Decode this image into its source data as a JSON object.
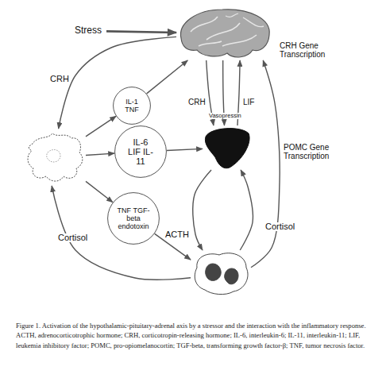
{
  "diagram": {
    "caption": "Figure 1. Activation of the hypothalamic-pituitary-adrenal axis by a stressor and the interaction with the inflammatory response. ACTH, adrenocorticotrophic hormone; CRH, corticotropin-releasing hormone; IL-6, interleukin-6; IL-11, interleukin-11; LIF, leukemia inhibitory factor; POMC, pro-opiomelanocortin; TGF-beta, transforming growth factor-β; TNF, tumor necrosis factor.",
    "nodes": [
      {
        "text": [
          "Stress"
        ]
      },
      {
        "text": [
          "CRH Gene Transcription"
        ]
      },
      {
        "text": [
          "IL-1 TNF"
        ]
      },
      {
        "text": []
      },
      {
        "text": [
          "IL-6 LIF IL-11"
        ]
      },
      {
        "text": [
          "POMC Gene Transcription"
        ]
      },
      {
        "text": [
          "TNF TGF-beta endotoxin"
        ]
      },
      {
        "text": []
      }
    ],
    "edges": [
      {
        "from": 0,
        "to": 1,
        "arrow": "to"
      },
      {
        "from": 1,
        "to": 3,
        "label": "CRH",
        "arrow": "to"
      },
      {
        "from": 3,
        "to": 2,
        "arrow": "to"
      },
      {
        "from": 2,
        "to": 1,
        "arrow": "to"
      },
      {
        "from": 3,
        "to": 4,
        "arrow": "to"
      },
      {
        "from": 4,
        "to": 5,
        "arrow": "to"
      },
      {
        "from": 3,
        "to": 6,
        "arrow": "to"
      },
      {
        "from": 6,
        "to": 7,
        "arrow": "to"
      },
      {
        "from": 1,
        "to": 5,
        "label": "CRH",
        "arrow": "to"
      },
      {
        "from": 1,
        "to": 5,
        "label": "Vasopressin",
        "arrow": "to"
      },
      {
        "from": 5,
        "to": 1,
        "label": "LIF",
        "arrow": "to"
      },
      {
        "from": 5,
        "to": 7,
        "label": "ACTH",
        "arrow": "to"
      },
      {
        "from": 7,
        "to": 5,
        "arrow": "to"
      },
      {
        "from": 7,
        "to": 1,
        "label": "Cortisol",
        "arrow": "to"
      },
      {
        "from": 7,
        "to": 3,
        "label": "Cortisol",
        "arrow": "to"
      }
    ]
  }
}
